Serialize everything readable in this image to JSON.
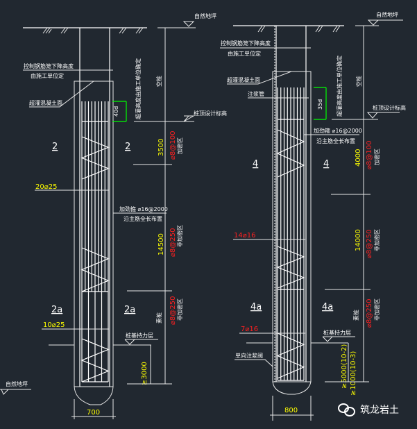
{
  "left_pile": {
    "ground_label_top": "自然地坪",
    "ground_label_bottom": "自然地坪",
    "cage_drop_label": "控制钢筋笼下降高度",
    "cage_drop_sub": "由施工单位定",
    "overpour_label": "超灌混凝土面",
    "anchor_len": "40d",
    "overpour_height_note": "超灌高度由施工单位确定",
    "top_elev_label": "桩顶设计标高",
    "empty_pile": "空桩",
    "section_upper": "2",
    "section_lower": "2a",
    "main_bars_upper": "20⌀25",
    "main_bars_lower": "10⌀25",
    "stiffener": "加劲箍 ⌀16@2000",
    "stiffener_sub": "沿主筋全长布置",
    "dim_dense": "3500",
    "stirrup_dense": "⌀8@100",
    "zone_dense": "加密区",
    "dim_normal": "14500",
    "stirrup_normal": "⌀8@250",
    "zone_normal": "非加密区",
    "empty_pile_lower": "素桩",
    "stirrup_lower": "⌀8@250",
    "zone_lower": "非加密区",
    "bearing_layer": "桩基持力层",
    "embed_dim": "≥3000",
    "diameter": "700"
  },
  "right_pile": {
    "ground_label_top": "自然地坪",
    "cage_drop_label": "控制钢筋笼下降高度",
    "cage_drop_sub": "由施工单位定",
    "overpour_label": "超灌混凝土面",
    "grout_pipe": "注浆管",
    "anchor_len": "35d",
    "overpour_height_note": "超灌高度由施工单位确定",
    "top_elev_label": "桩顶设计标高",
    "empty_pile": "空桩",
    "section_upper": "4",
    "section_lower": "4a",
    "main_bars_upper": "14⌀16",
    "main_bars_lower": "7⌀16",
    "stiffener": "加劲箍 ⌀16@2000",
    "stiffener_sub": "沿主筋全长布置",
    "dim_dense": "4000",
    "stirrup_dense": "⌀8@100",
    "zone_dense": "加密区",
    "dim_normal": "14000",
    "stirrup_normal": "⌀8@250",
    "zone_normal": "非加密区",
    "empty_pile_lower": "素桩",
    "stirrup_lower": "⌀8@250",
    "zone_lower": "非加密区",
    "bearing_layer": "桩基持力层",
    "grout_valve": "单向注浆阀",
    "embed_dim_a": "≥5000(10-2)",
    "embed_dim_b": "≥1000(10-3)",
    "diameter": "800"
  },
  "watermark": "筑龙岩土"
}
